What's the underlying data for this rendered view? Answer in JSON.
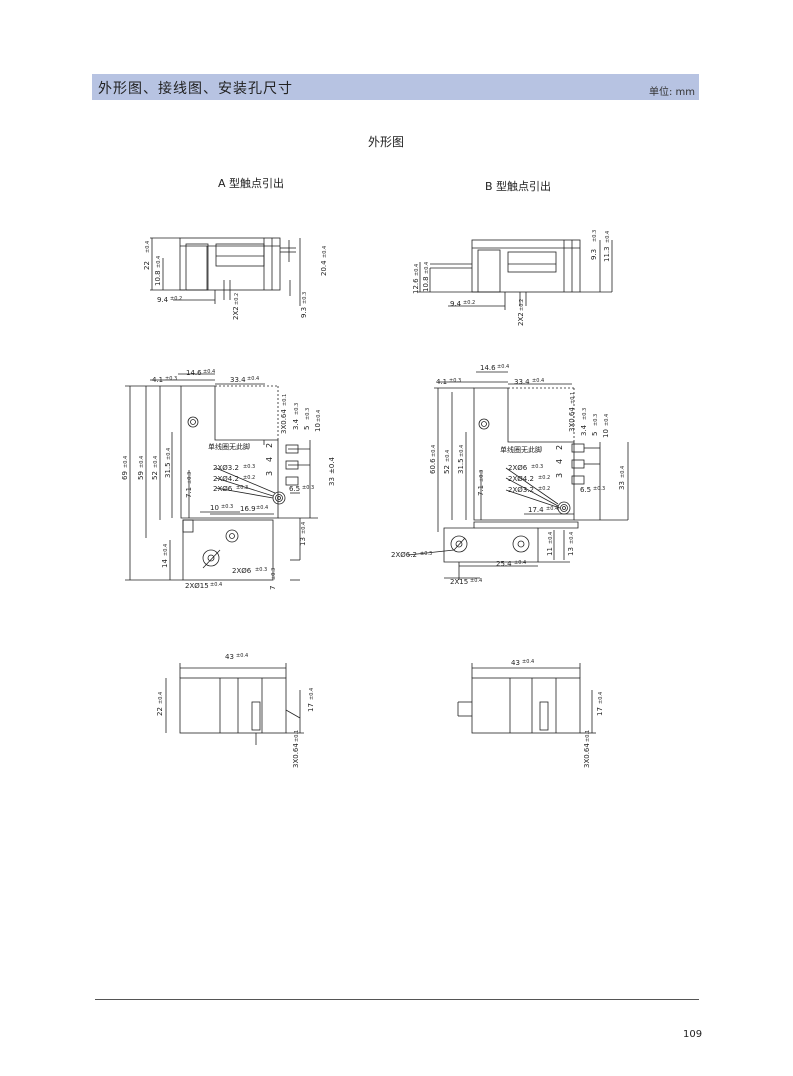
{
  "header": {
    "title": "外形图、接线图、安装孔尺寸",
    "unit": "单位: mm",
    "accent_color": "#b7c3e2"
  },
  "section_title": "外形图",
  "variant_a": {
    "label": "A 型触点引出",
    "side": {
      "d1": "22",
      "d1_tol": "±0.4",
      "d2": "10.8",
      "d2_tol": "±0.4",
      "d3": "9.4",
      "d3_tol": "±0.2",
      "d4": "2X2",
      "d4_tol": "±0.2",
      "d5": "20.4",
      "d5_tol": "±0.4",
      "d6": "9.3",
      "d6_tol": "±0.3"
    },
    "top": {
      "w1": "4.1",
      "w1_tol": "±0.3",
      "w2": "14.6",
      "w2_tol": "±0.4",
      "w3": "33.4",
      "w3_tol": "±0.4",
      "h1": "69",
      "h1_tol": "±0.4",
      "h2": "59",
      "h2_tol": "±0.4",
      "h3": "52",
      "h3_tol": "±0.4",
      "h4": "31.5",
      "h4_tol": "±0.4",
      "h5": "7.1",
      "h5_tol": "±0.3",
      "pins": "3X0.64",
      "pins_tol": "±0.1",
      "p1": "3.4",
      "p1_tol": "±0.3",
      "p2": "5",
      "p2_tol": "±0.3",
      "p3": "10",
      "p3_tol": "±0.4",
      "note": "单线圈无此脚",
      "n2": "2",
      "n4": "4",
      "n3": "3",
      "hole1": "2XØ3.2",
      "hole1_tol": "±0.3",
      "hole2": "2XØ4.2",
      "hole2_tol": "±0.2",
      "hole3": "2XØ6",
      "hole3_tol": "±0.3",
      "d65": "6.5",
      "d65_tol": "±0.3",
      "d33": "33",
      "d33_tol": "±0.4",
      "d10": "10",
      "d10_tol": "±0.3",
      "d169": "16.9",
      "d169_tol": "±0.4",
      "d13": "13",
      "d13_tol": "±0.4",
      "d14": "14",
      "d14_tol": "±0.4",
      "d7": "7",
      "d7_tol": "±0.3",
      "hole4": "2XØ6",
      "hole4_tol": "±0.3",
      "hole5": "2XØ15",
      "hole5_tol": "±0.4"
    },
    "front": {
      "w": "43",
      "w_tol": "±0.4",
      "h": "22",
      "h_tol": "±0.4",
      "h2": "17",
      "h2_tol": "±0.4",
      "pins": "3X0.64",
      "pins_tol": "±0.1"
    }
  },
  "variant_b": {
    "label": "B 型触点引出",
    "side": {
      "d1": "12.6",
      "d1_tol": "±0.4",
      "d2": "10.8",
      "d2_tol": "±0.4",
      "d3": "9.4",
      "d3_tol": "±0.2",
      "d4": "2X2",
      "d4_tol": "±0.2",
      "d5": "9.3",
      "d5_tol": "±0.3",
      "d6": "11.3",
      "d6_tol": "±0.4"
    },
    "top": {
      "w1": "4.1",
      "w1_tol": "±0.3",
      "w2": "14.6",
      "w2_tol": "±0.4",
      "w3": "33.4",
      "w3_tol": "±0.4",
      "h1": "60.6",
      "h1_tol": "±0.4",
      "h2": "52",
      "h2_tol": "±0.4",
      "h3": "31.5",
      "h3_tol": "±0.4",
      "h4": "7.1",
      "h4_tol": "±0.3",
      "pins": "3X0.64",
      "pins_tol": "±0.1",
      "p1": "3.4",
      "p1_tol": "±0.3",
      "p2": "5",
      "p2_tol": "±0.3",
      "p3": "10",
      "p3_tol": "±0.4",
      "note": "单线圈无此脚",
      "n2": "2",
      "n4": "4",
      "n3": "3",
      "hole1": "2XØ6",
      "hole1_tol": "±0.3",
      "hole2": "2XØ4.2",
      "hole2_tol": "±0.2",
      "hole3": "2XØ3.2",
      "hole3_tol": "±0.2",
      "d65": "6.5",
      "d65_tol": "±0.3",
      "d33": "33",
      "d33_tol": "±0.4",
      "d174": "17.4",
      "d174_tol": "±0.4",
      "d11": "11",
      "d11_tol": "±0.4",
      "d13": "13",
      "d13_tol": "±0.4",
      "hole4": "2XØ6.2",
      "hole4_tol": "±0.3",
      "d254": "25.4",
      "d254_tol": "±0.4",
      "d15": "2X15",
      "d15_tol": "±0.4"
    },
    "front": {
      "w": "43",
      "w_tol": "±0.4",
      "h2": "17",
      "h2_tol": "±0.4",
      "pins": "3X0.64",
      "pins_tol": "±0.1"
    }
  },
  "page_number": "109"
}
